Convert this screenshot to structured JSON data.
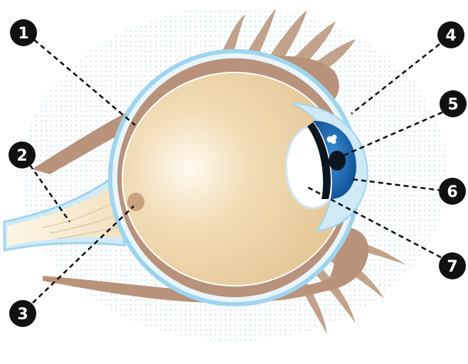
{
  "diagram": {
    "subject": "eye-cross-section",
    "callouts": [
      {
        "id": "1",
        "text": "1"
      },
      {
        "id": "2",
        "text": "2"
      },
      {
        "id": "3",
        "text": "3"
      },
      {
        "id": "4",
        "text": "4"
      },
      {
        "id": "5",
        "text": "5"
      },
      {
        "id": "6",
        "text": "6"
      },
      {
        "id": "7",
        "text": "7"
      }
    ]
  },
  "colors": {
    "sclera_outline": "#9fd4ee",
    "eyeball_fill": "#ecd2a6",
    "muscle": "#b48c70",
    "iris": "#1d6fb4",
    "pupil": "#0b1620",
    "cornea": "#cfe9f7",
    "callout_fill": "#111111",
    "leader_line": "#111111"
  }
}
